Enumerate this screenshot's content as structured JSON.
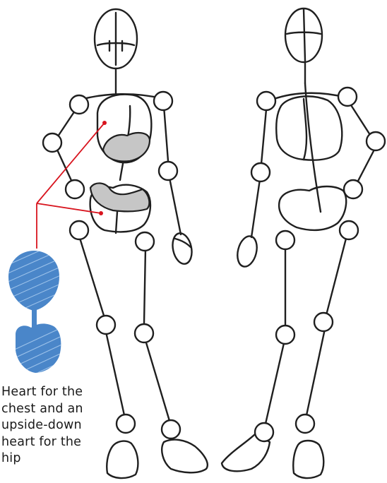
{
  "caption": {
    "lines": [
      "Heart for the",
      "chest and an",
      "upside-down",
      "heart for the",
      "hip"
    ]
  },
  "colors": {
    "ink": "#1f1f1f",
    "callout": "#d8141e",
    "heart_blue": "#4a86c9",
    "shading": "#c6c6c6",
    "background": "#ffffff"
  }
}
